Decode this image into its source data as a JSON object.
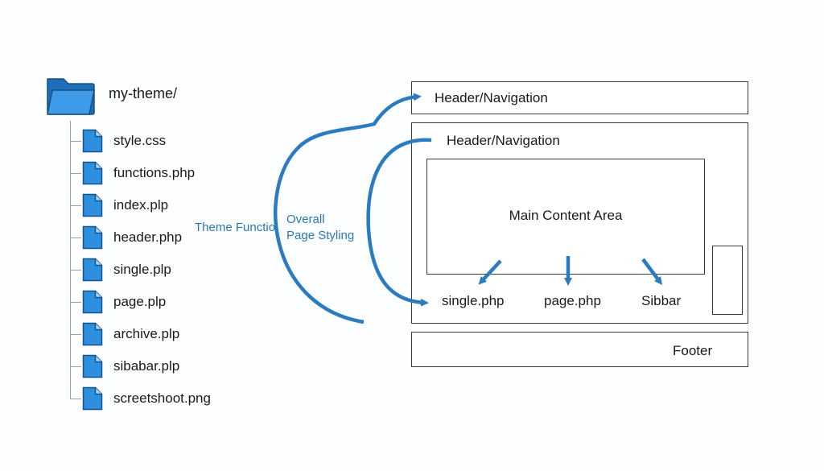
{
  "tree": {
    "root": "my-theme/",
    "files": [
      {
        "name": "style.css"
      },
      {
        "name": "functions.php"
      },
      {
        "name": "index.plp"
      },
      {
        "name": "header.php"
      },
      {
        "name": "single.plp"
      },
      {
        "name": "page.plp"
      },
      {
        "name": "archive.plp"
      },
      {
        "name": "sibabar.plp"
      },
      {
        "name": "screetshoot.png"
      }
    ]
  },
  "annotations": {
    "theme_functions": "Theme Functio",
    "overall_line1": "Overall",
    "overall_line2": "Page Styling"
  },
  "layout_diagram": {
    "top_header": "Header/Navigation",
    "inner_header": "Header/Navigation",
    "main_content": "Main Content Area",
    "templates": [
      "single.php",
      "page.php",
      "Sibbar"
    ],
    "footer": "Footer"
  },
  "colors": {
    "accent": "#2a7bc0",
    "file_fill": "#2f8fdf",
    "folder_fill": "#3d9be9",
    "folder_back": "#1f6fb8",
    "border": "#3a3a3a"
  },
  "icons": {
    "folder": "folder-icon",
    "file": "file-icon"
  }
}
